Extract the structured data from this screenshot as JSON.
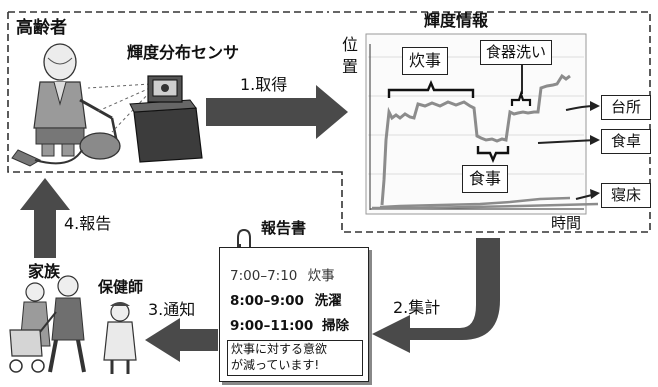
{
  "labels": {
    "elderly": "高齢者",
    "sensor": "輝度分布センサ",
    "step1": "1.取得",
    "info_title": "輝度情報",
    "axis_y": "位\n置",
    "axis_x": "時間",
    "step2": "2.集計",
    "step3": "3.通知",
    "step4": "4.報告",
    "family": "家族",
    "nurse": "保健師",
    "report_title": "報告書"
  },
  "chart_annotations": {
    "cooking": "炊事",
    "dishwashing": "食器洗い",
    "eating": "食事"
  },
  "rooms": [
    {
      "id": "kitchen",
      "label": "台所"
    },
    {
      "id": "dining",
      "label": "食卓"
    },
    {
      "id": "bedroom",
      "label": "寝床"
    }
  ],
  "report": {
    "rows": [
      {
        "time": "7:00–7:10",
        "activity": "炊事"
      },
      {
        "time": "8:00–9:00",
        "activity": "洗濯"
      },
      {
        "time": "9:00–11:00",
        "activity": "掃除"
      }
    ],
    "message": "炊事に対する意欲\nが減っています!"
  },
  "colors": {
    "arrow": "#4a4a4a",
    "signal": "#8c8c8c",
    "frame": "#222222"
  }
}
